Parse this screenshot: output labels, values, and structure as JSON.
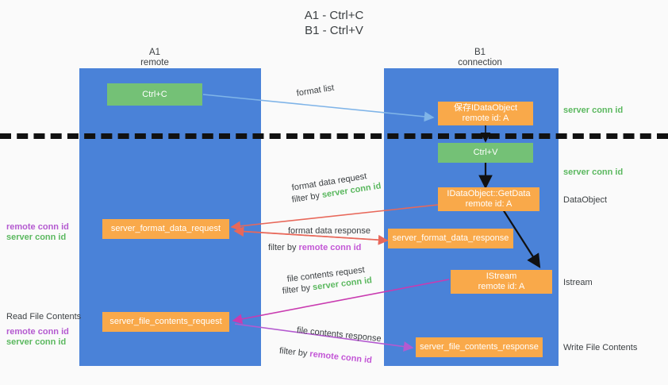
{
  "title": "A1 - Ctrl+C\nB1 - Ctrl+V",
  "lanes": [
    {
      "name": "A1",
      "sub": "remote"
    },
    {
      "name": "B1",
      "sub": "connection"
    }
  ],
  "boxes": {
    "ctrl_c": "Ctrl+C",
    "ctrl_v": "Ctrl+V",
    "save_idataobject_l1": "保存IDataObject",
    "save_idataobject_l2": "remote id: A",
    "getdata_l1": "IDataObject::GetData",
    "getdata_l2": "remote id: A",
    "istream_l1": "IStream",
    "istream_l2": "remote id: A",
    "server_format_data_request": "server_format_data_request",
    "server_format_data_response": "server_format_data_response",
    "server_file_contents_request": "server_file_contents_request",
    "server_file_contents_response": "server_file_contents_response"
  },
  "right_labels": {
    "server_conn_id_1": "server conn id",
    "server_conn_id_2": "server conn id",
    "dataobject": "DataObject",
    "istream": "Istream",
    "write_file_contents": "Write File Contents"
  },
  "left_labels": {
    "remote_conn_id_1": "remote conn id",
    "server_conn_id_1": "server conn id",
    "read_file_contents": "Read File Contents",
    "remote_conn_id_2": "remote conn id",
    "server_conn_id_2": "server conn id"
  },
  "annotations": {
    "format_list": "format list",
    "format_data_request": "format data request",
    "filter_by": "filter by",
    "server_conn_id": "server conn id",
    "remote_conn_id": "remote conn id",
    "format_data_response": "format data response",
    "file_contents_request": "file contents request",
    "file_contents_response": "file contents response"
  },
  "colors": {
    "lane": "#4a82d8",
    "orange": "#f9a94a",
    "green_box": "#74c176",
    "green_text": "#5bb85f",
    "purple_text": "#c356d6",
    "red_arrow": "#e8685a",
    "blue_arrow": "#7fb4e8",
    "magenta_arrow": "#c93bb0",
    "purple_arrow": "#b45ad0",
    "black_arrow": "#111111"
  }
}
